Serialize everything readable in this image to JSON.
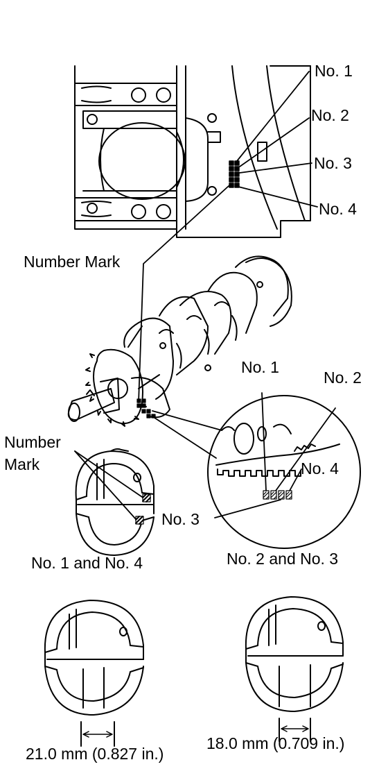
{
  "labels": {
    "block_no1": "No. 1",
    "block_no2": "No. 2",
    "block_no3": "No. 3",
    "block_no4": "No. 4",
    "number_mark_top": "Number Mark",
    "crank_no1": "No. 1",
    "crank_no2": "No. 2",
    "crank_no3": "No. 3",
    "crank_no4": "No. 4",
    "number_mark_bearing_line1": "Number",
    "number_mark_bearing_line2": "Mark",
    "caption_left": "No. 1 and No. 4",
    "caption_right": "No. 2 and No. 3",
    "dim_left": "21.0 mm (0.827 in.)",
    "dim_right": "18.0 mm (0.709 in.)"
  },
  "colors": {
    "line": "#000000",
    "background": "#ffffff"
  }
}
